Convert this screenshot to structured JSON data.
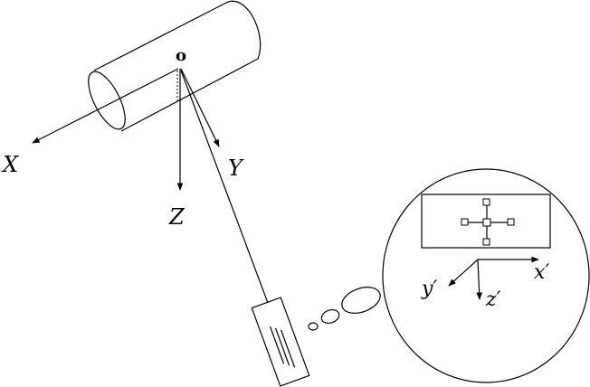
{
  "diagram": {
    "origin_label": "o",
    "axes": {
      "x": "X",
      "y": "Y",
      "z": "Z"
    },
    "image_axes": {
      "x": "x′",
      "y": "y′",
      "z": "z′"
    },
    "colors": {
      "line": "#000000",
      "background": "#ffffff"
    }
  }
}
